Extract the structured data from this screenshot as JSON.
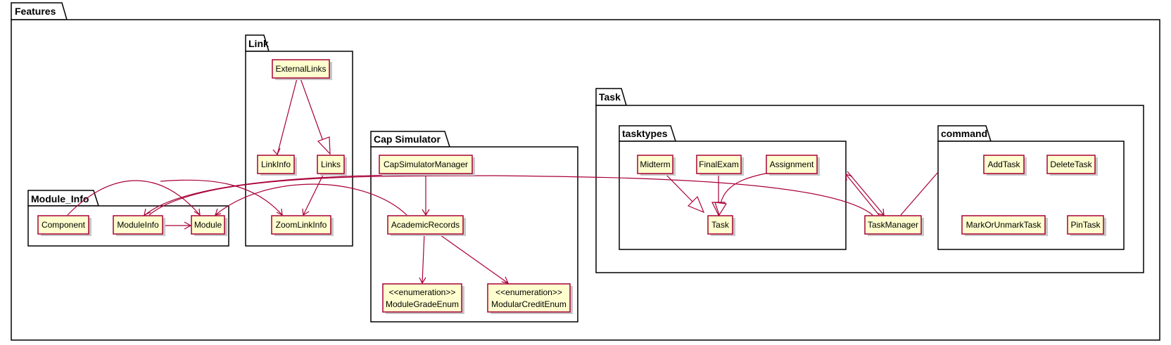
{
  "packages": {
    "features": "Features",
    "link": "Link",
    "module_info": "Module_Info",
    "cap_simulator": "Cap Simulator",
    "task": "Task",
    "tasktypes": "tasktypes",
    "command": "command"
  },
  "classes": {
    "external_links": "ExternalLinks",
    "link_info": "LinkInfo",
    "links": "Links",
    "zoom_link_info": "ZoomLinkInfo",
    "component": "Component",
    "module_info": "ModuleInfo",
    "module": "Module",
    "cap_simulator_manager": "CapSimulatorManager",
    "academic_records": "AcademicRecords",
    "module_grade_enum_stereotype": "<<enumeration>>",
    "module_grade_enum": "ModuleGradeEnum",
    "modular_credit_enum_stereotype": "<<enumeration>>",
    "modular_credit_enum": "ModularCreditEnum",
    "midterm": "Midterm",
    "final_exam": "FinalExam",
    "assignment": "Assignment",
    "task": "Task",
    "task_manager": "TaskManager",
    "add_task": "AddTask",
    "delete_task": "DeleteTask",
    "mark_or_unmark_task": "MarkOrUnmarkTask",
    "pin_task": "PinTask"
  },
  "colors": {
    "class_fill": "#fefece",
    "class_border": "#a80036",
    "edge": "#a80036",
    "package_border": "#000000"
  }
}
